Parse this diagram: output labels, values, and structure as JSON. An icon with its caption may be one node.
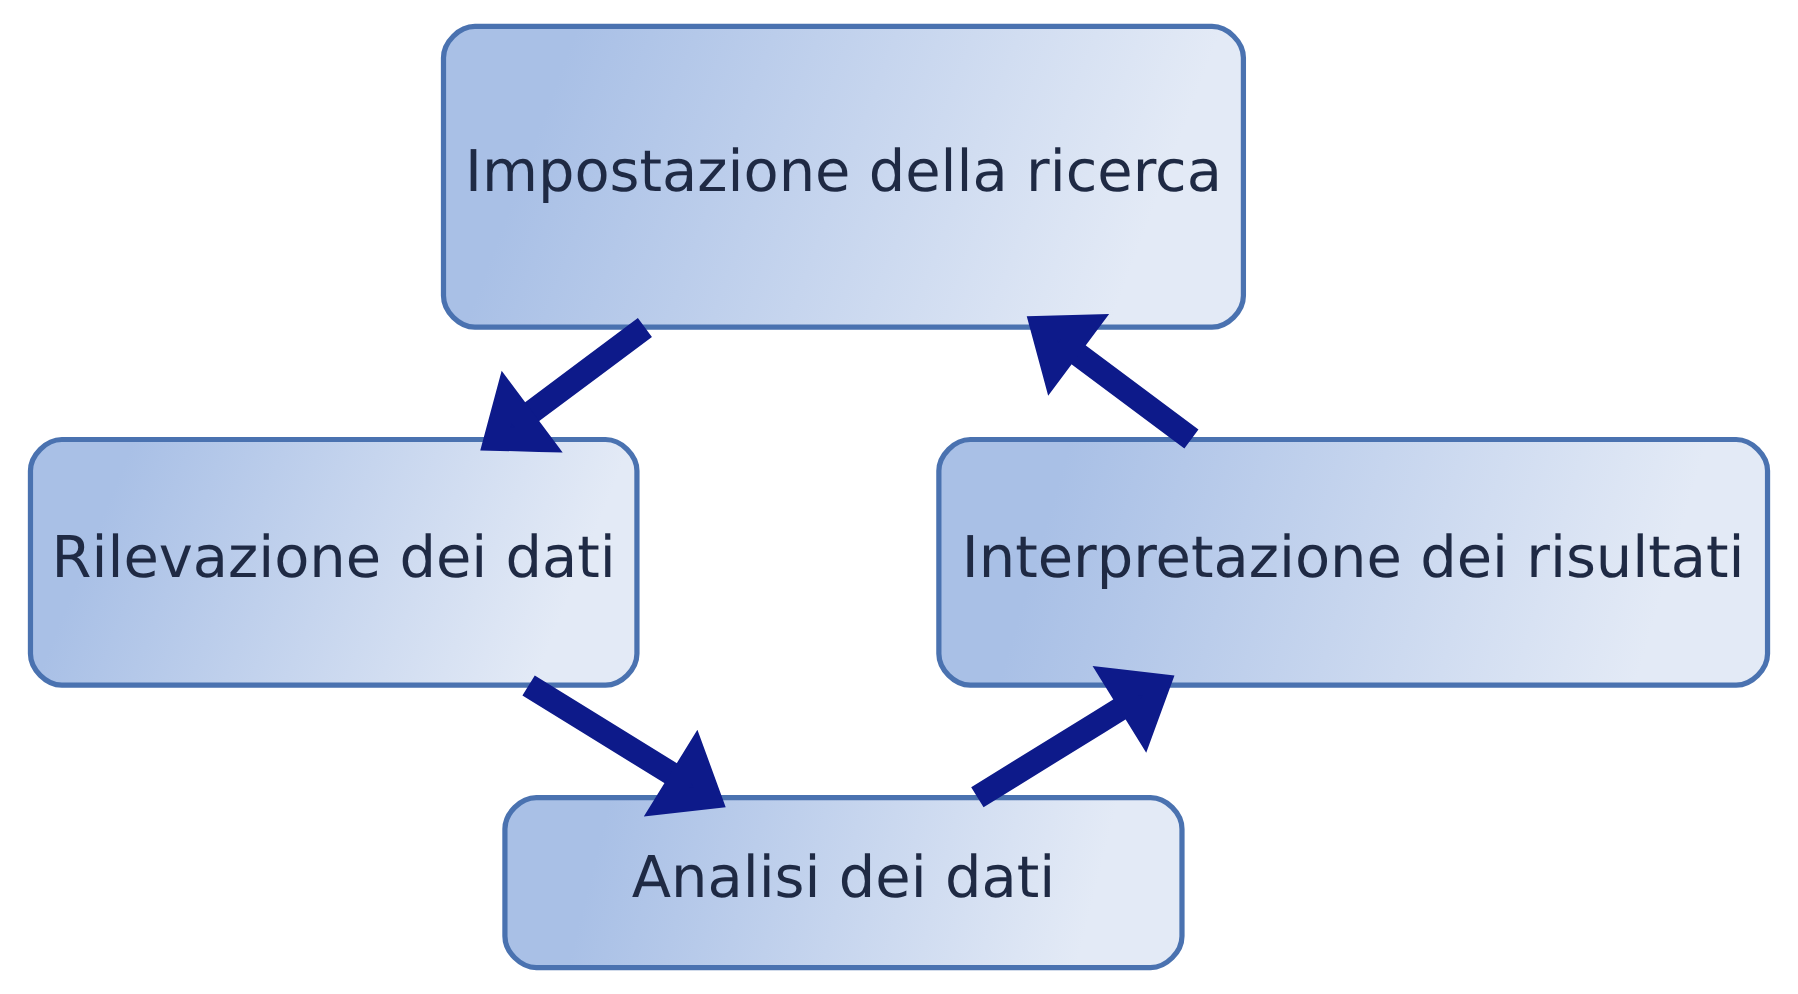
{
  "diagram": {
    "nodes": [
      {
        "text": [
          "Impostazione della ricerca"
        ]
      },
      {
        "text": [
          "Rilevazione dei dati"
        ]
      },
      {
        "text": [
          "Analisi dei dati"
        ]
      },
      {
        "text": [
          "Interpretazione dei risultati"
        ]
      }
    ],
    "edges": [
      {
        "from": 0,
        "to": 1,
        "arrow": "to"
      },
      {
        "from": 1,
        "to": 2,
        "arrow": "to"
      },
      {
        "from": 2,
        "to": 3,
        "arrow": "to"
      },
      {
        "from": 3,
        "to": 0,
        "arrow": "to"
      }
    ]
  }
}
